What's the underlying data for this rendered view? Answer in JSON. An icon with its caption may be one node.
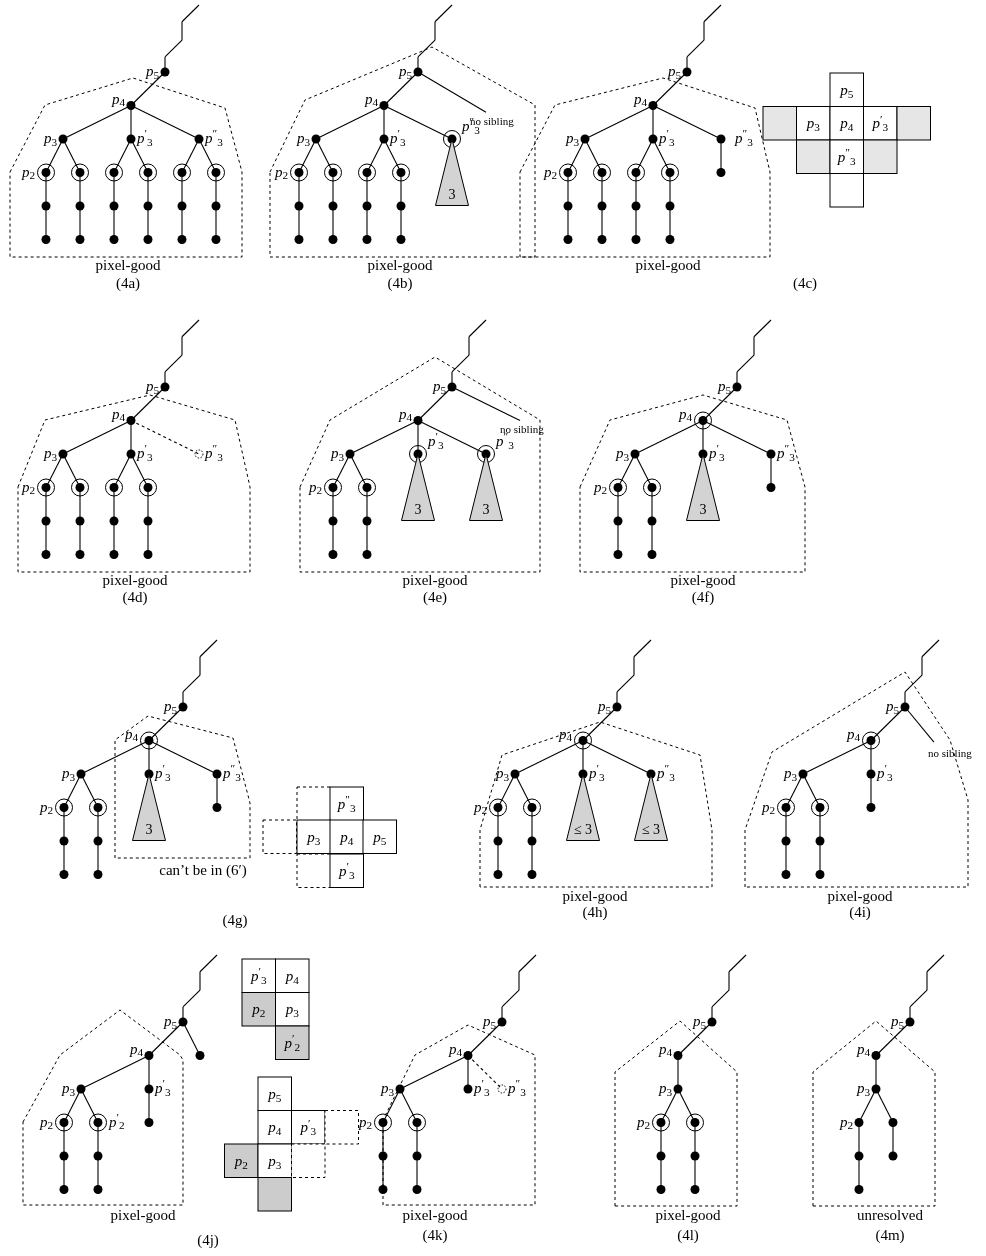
{
  "diagram": {
    "nodes": [
      {
        "text": [
          "3"
        ]
      },
      {
        "text": [
          "3"
        ]
      },
      {
        "text": [
          "3"
        ]
      },
      {
        "text": [
          "3"
        ]
      },
      {
        "text": [
          "3"
        ]
      },
      {
        "text": [
          "≤ 3"
        ]
      },
      {
        "text": [
          "≤ 3"
        ]
      }
    ],
    "labels": [
      "*p*$_{5}$",
      "*p*$_{4}$",
      "*p*$_{3}$",
      "*p*$^{′}$$_{3}$",
      "*p*$^{″}$$_{3}$",
      "*p*$_{2}$",
      "pixel-good",
      "(4a)",
      "*p*$_{5}$",
      "no sibling",
      "*p*$_{4}$",
      "*p*$_{3}$",
      "*p*$^{′}$$_{3}$",
      "*p*$^{″}$$_{3}$",
      "*p*$_{2}$",
      "pixel-good",
      "(4b)",
      "*p*$_{5}$",
      "*p*$_{4}$",
      "*p*$_{3}$",
      "*p*$^{′}$$_{3}$",
      "*p*$^{″}$$_{3}$",
      "*p*$_{2}$",
      "pixel-good",
      "*p*$_{5}$",
      "*p*$_{3}$",
      "*p*$_{4}$",
      "*p*$^{′}$$_{3}$",
      "*p*$^{″}$$_{3}$",
      "(4c)",
      "*p*$_{5}$",
      "*p*$_{4}$",
      "*p*$_{3}$",
      "*p*$^{′}$$_{3}$",
      "*p*$^{″}$$_{3}$",
      "*p*$_{2}$",
      "pixel-good",
      "(4d)",
      "*p*$_{5}$",
      "no sibling",
      "*p*$_{4}$",
      "*p*$_{3}$",
      "*p*$^{′}$$_{3}$",
      "*p*$^{″}$$_{3}$",
      "*p*$_{2}$",
      "pixel-good",
      "(4e)",
      "*p*$_{5}$",
      "*p*$_{4}$",
      "*p*$_{3}$",
      "*p*$^{′}$$_{3}$",
      "*p*$^{″}$$_{3}$",
      "*p*$_{2}$",
      "pixel-good",
      "(4f)",
      "*p*$_{5}$",
      "*p*$_{4}$",
      "*p*$_{3}$",
      "*p*$^{′}$$_{3}$",
      "*p*$^{″}$$_{3}$",
      "*p*$_{2}$",
      "can’t be in (6′)",
      "*p*$^{″}$$_{3}$",
      "*p*$_{3}$",
      "*p*$_{4}$",
      "*p*$_{5}$",
      "*p*$^{′}$$_{3}$",
      "(4g)",
      "*p*$_{5}$",
      "*p*$_{4}$",
      "*p*$_{3}$",
      "*p*$^{′}$$_{3}$",
      "*p*$^{″}$$_{3}$",
      "*p*$_{2}$",
      "pixel-good",
      "(4h)",
      "*p*$_{5}$",
      "*p*$_{4}$",
      "no sibling",
      "*p*$_{3}$",
      "*p*$^{′}$$_{3}$",
      "*p*$_{2}$",
      "pixel-good",
      "(4i)",
      "*p*$_{5}$",
      "*p*$_{4}$",
      "*p*$_{3}$",
      "*p*$^{′}$$_{3}$",
      "*p*$_{2}$",
      "*p*$^{′}$$_{2}$",
      "*p*$^{′}$$_{3}$",
      "*p*$_{4}$",
      "*p*$_{2}$",
      "*p*$_{3}$",
      "*p*$^{′}$$_{2}$",
      "*p*$_{5}$",
      "*p*$_{4}$",
      "*p*$^{′}$$_{3}$",
      "*p*$_{2}$",
      "*p*$_{3}$",
      "pixel-good",
      "(4j)",
      "*p*$_{5}$",
      "*p*$_{4}$",
      "*p*$_{3}$",
      "*p*$^{′}$$_{3}$",
      "*p*$^{″}$$_{3}$",
      "*p*$_{2}$",
      "pixel-good",
      "(4k)",
      "*p*$_{5}$",
      "*p*$_{4}$",
      "*p*$_{3}$",
      "*p*$_{2}$",
      "pixel-good",
      "(4l)",
      "*p*$_{5}$",
      "*p*$_{4}$",
      "*p*$_{3}$",
      "*p*$_{2}$",
      "unresolved",
      "(4m)"
    ]
  }
}
